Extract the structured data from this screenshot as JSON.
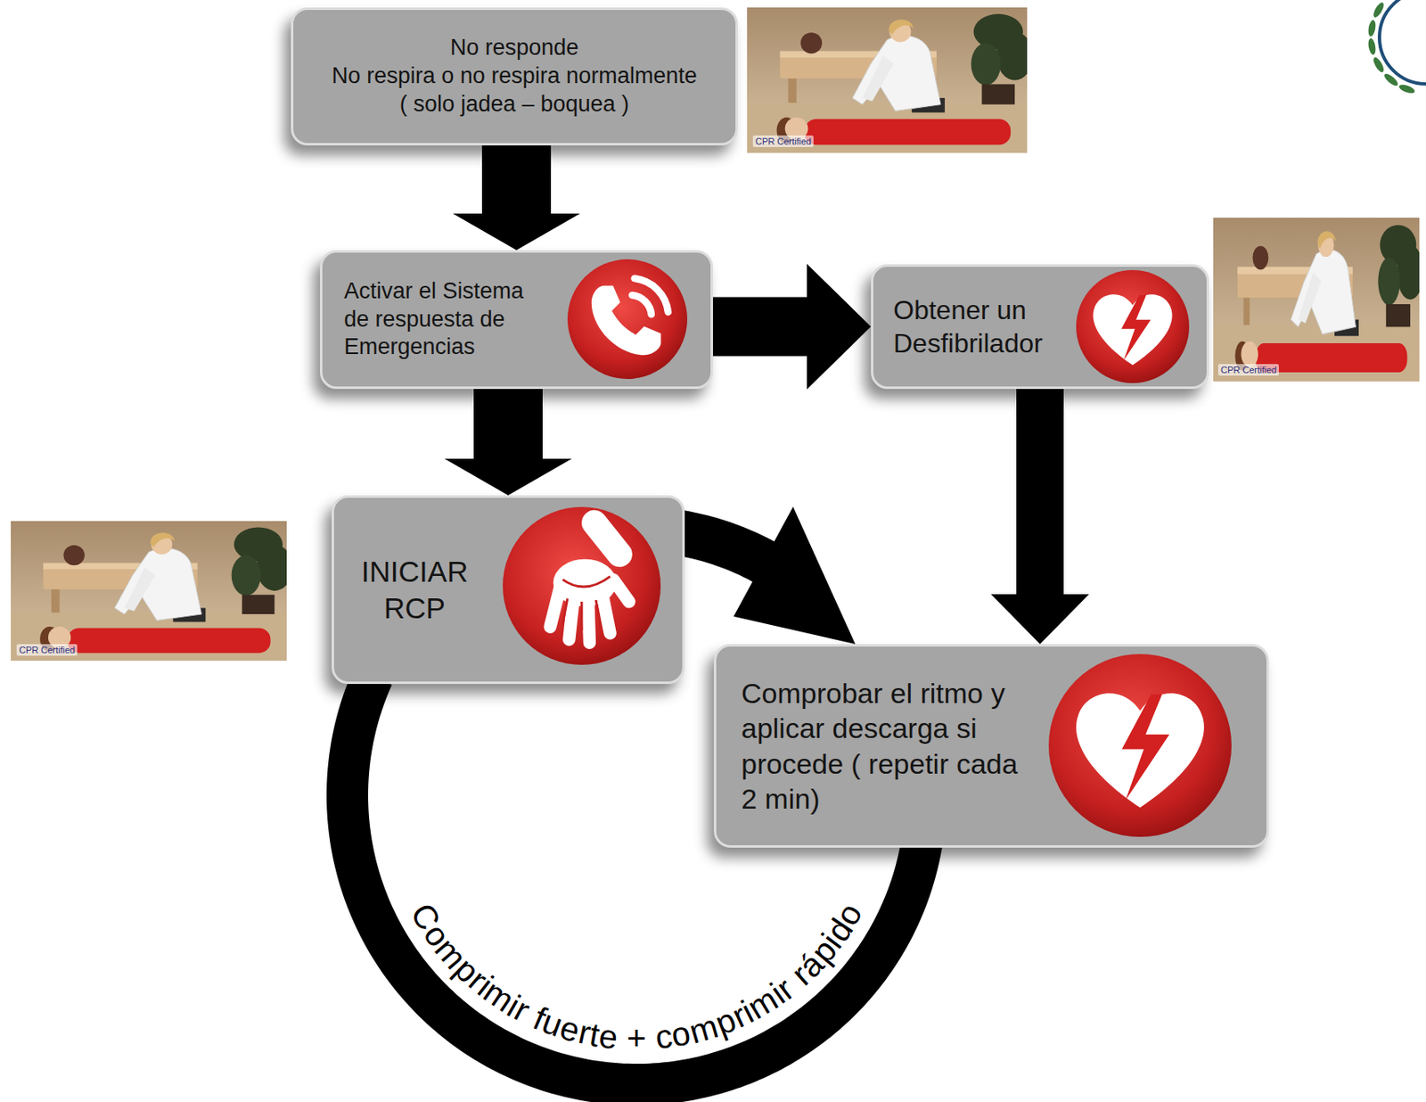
{
  "diagram": {
    "nodes": [
      {
        "text": [
          "No responde",
          "No respira o no respira normalmente ( solo jadea – boquea )"
        ]
      },
      {
        "text": [
          "Activar el Sistema de respuesta de Emergencias"
        ]
      },
      {
        "text": [
          "Obtener un Desfibrilador"
        ]
      },
      {
        "text": [
          "INICIAR RCP"
        ]
      },
      {
        "text": [
          "Comprobar el ritmo y aplicar descarga si procede ( repetir cada 2 min)"
        ]
      }
    ],
    "edges": [
      {
        "from": 0,
        "to": 1,
        "arrow": "to"
      },
      {
        "from": 1,
        "to": 2,
        "arrow": "to"
      },
      {
        "from": 1,
        "to": 3,
        "arrow": "to"
      },
      {
        "from": 2,
        "to": 4,
        "arrow": "to"
      },
      {
        "from": 3,
        "to": 4,
        "arrow": "to"
      },
      {
        "from": 4,
        "to": 3,
        "arrow": "none",
        "label": "Comprimir fuerte + comprimir rápido"
      }
    ],
    "labels": [
      "CPR Certified",
      "CPR Certified",
      "CPR Certified"
    ]
  }
}
